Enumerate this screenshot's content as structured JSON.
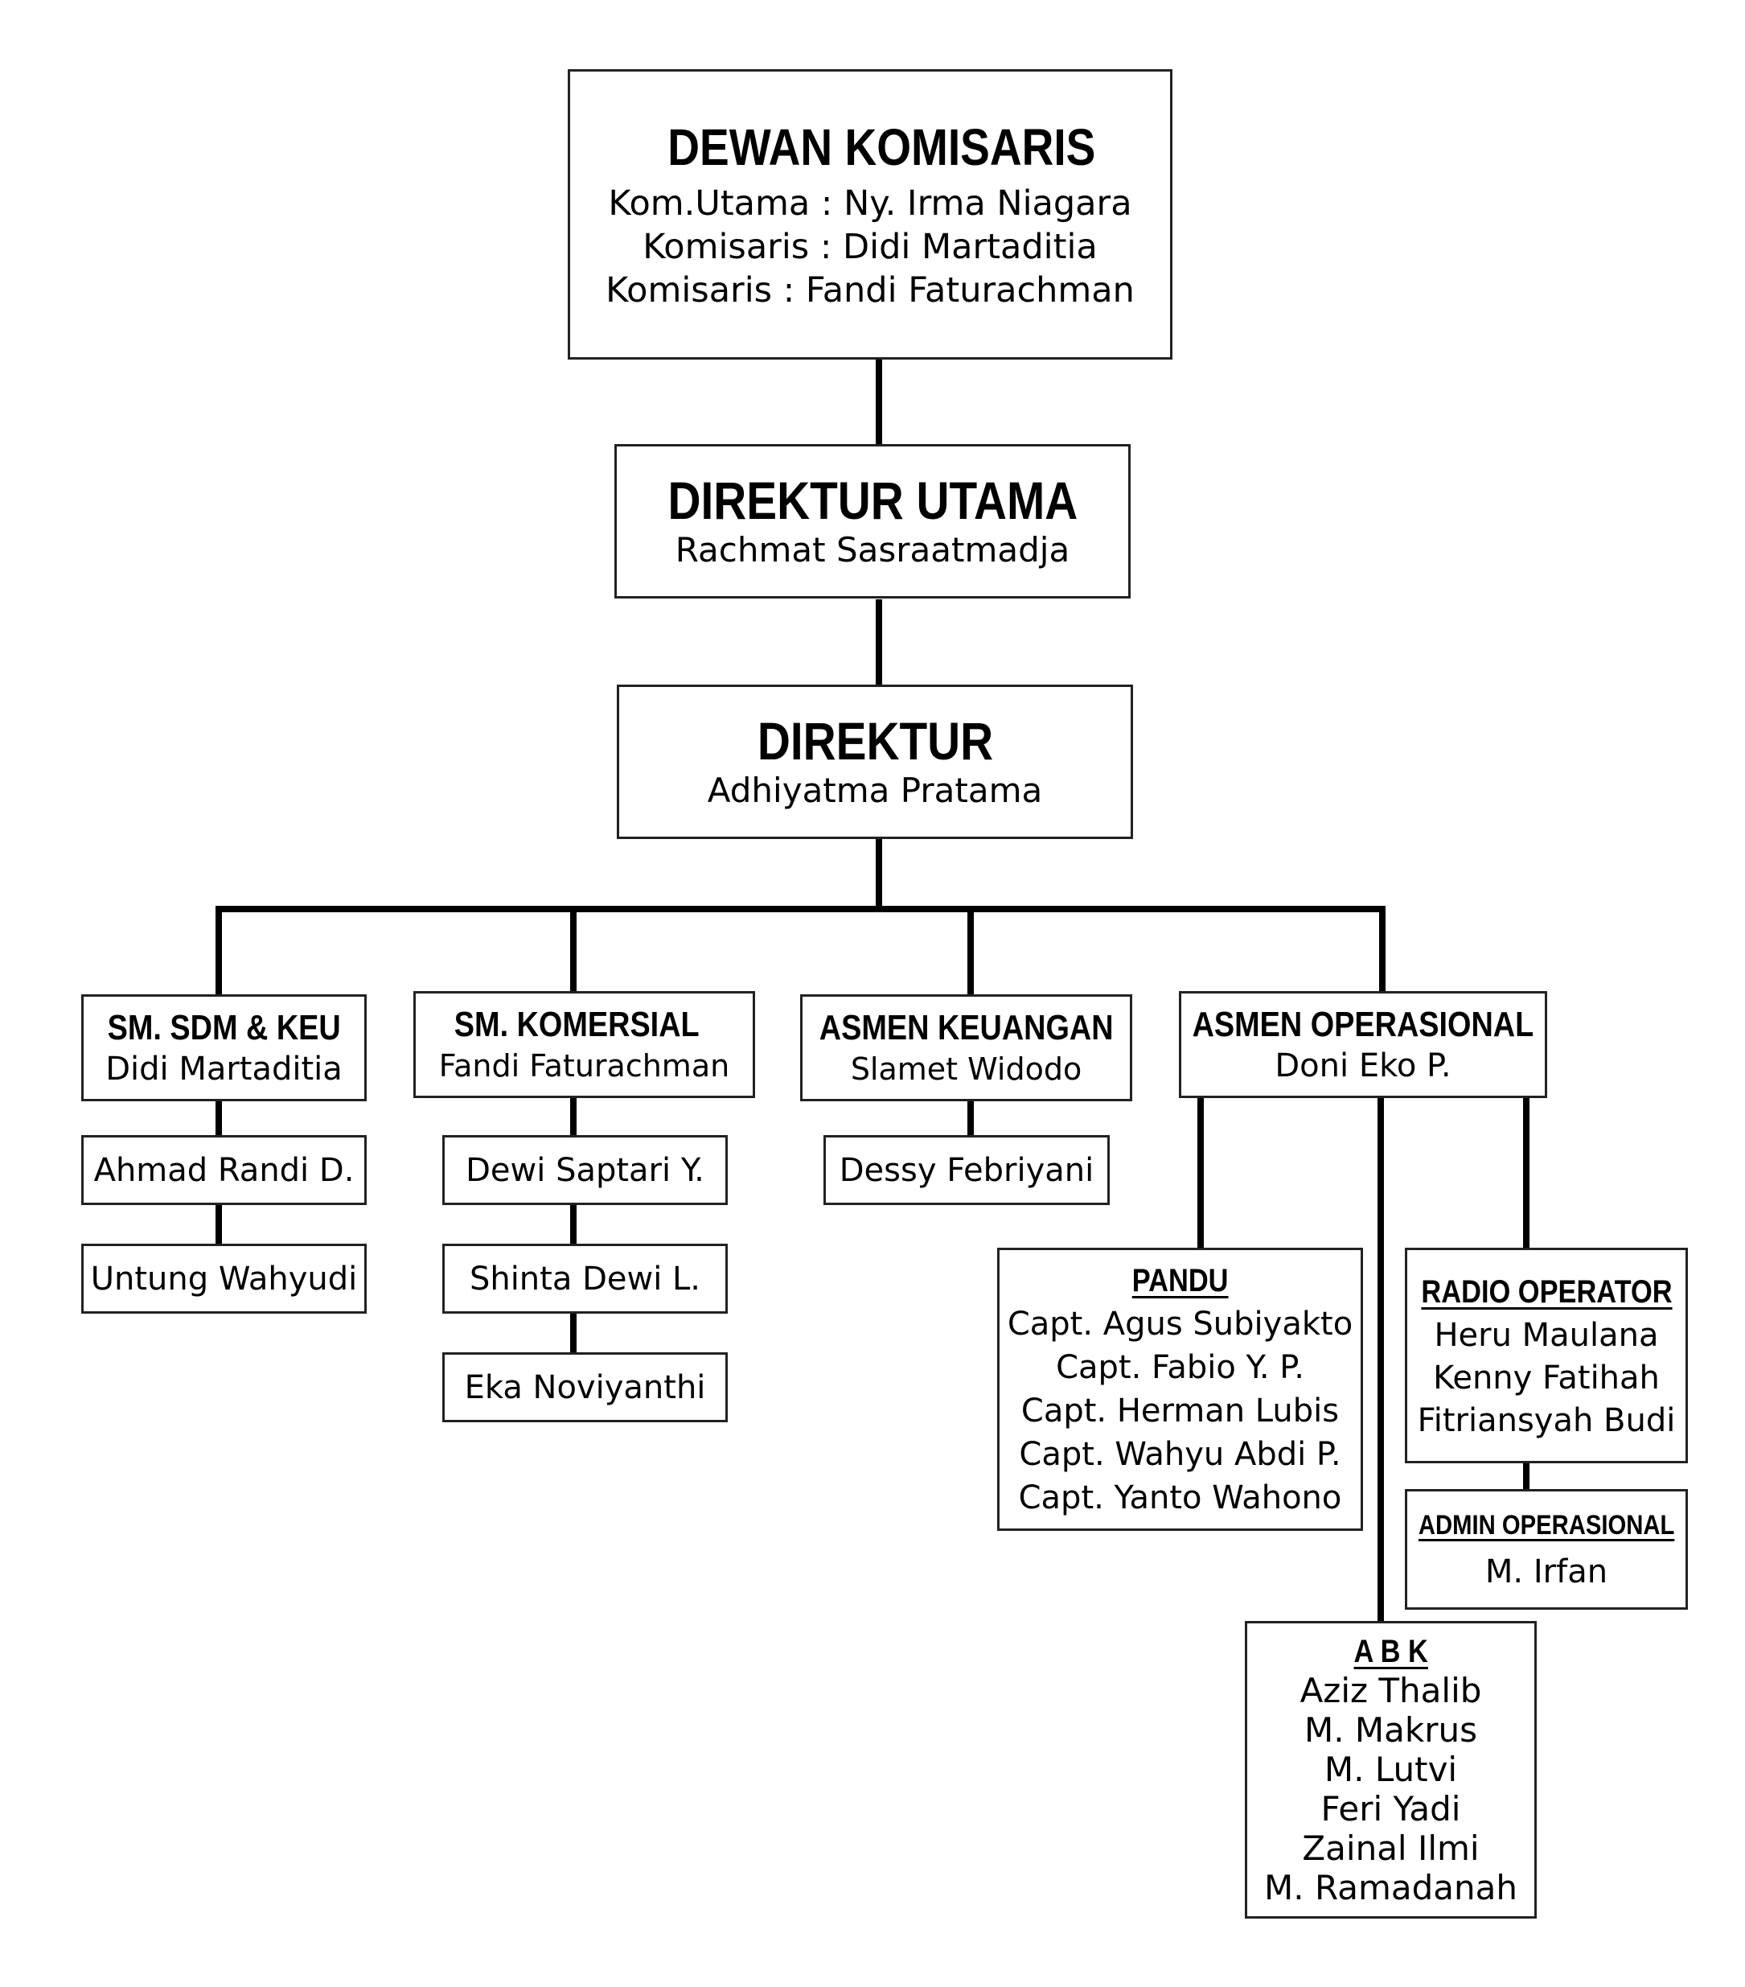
{
  "board": {
    "title": "DEWAN KOMISARIS",
    "lines": [
      "Kom.Utama : Ny. Irma Niagara",
      "Komisaris : Didi Martaditia",
      "Komisaris : Fandi Faturachman"
    ]
  },
  "ceo": {
    "title": "DIREKTUR UTAMA",
    "name": "Rachmat Sasraatmadja"
  },
  "director": {
    "title": "DIREKTUR",
    "name": "Adhiyatma Pratama"
  },
  "sdm": {
    "title": "SM. SDM & KEU",
    "name": "Didi Martaditia",
    "staff": [
      "Ahmad Randi D.",
      "Untung Wahyudi"
    ]
  },
  "komersial": {
    "title": "SM. KOMERSIAL",
    "name": "Fandi Faturachman",
    "staff": [
      "Dewi Saptari Y.",
      "Shinta Dewi L.",
      "Eka Noviyanthi"
    ]
  },
  "keuangan": {
    "title": "ASMEN KEUANGAN",
    "name": "Slamet Widodo",
    "staff": [
      "Dessy Febriyani"
    ]
  },
  "operasional": {
    "title": "ASMEN OPERASIONAL",
    "name": "Doni Eko P."
  },
  "pandu": {
    "title": "PANDU",
    "members": [
      "Capt. Agus Subiyakto",
      "Capt. Fabio Y. P.",
      "Capt. Herman Lubis",
      "Capt. Wahyu Abdi P.",
      "Capt. Yanto Wahono"
    ]
  },
  "radio": {
    "title": "RADIO OPERATOR",
    "members": [
      "Heru Maulana",
      "Kenny Fatihah",
      "Fitriansyah Budi"
    ]
  },
  "admin_ops": {
    "title": "ADMIN OPERASIONAL",
    "name": "M. Irfan"
  },
  "abk": {
    "title": "A B K",
    "members": [
      "Aziz Thalib",
      "M. Makrus",
      "M. Lutvi",
      "Feri Yadi",
      "Zainal Ilmi",
      "M. Ramadanah"
    ]
  }
}
